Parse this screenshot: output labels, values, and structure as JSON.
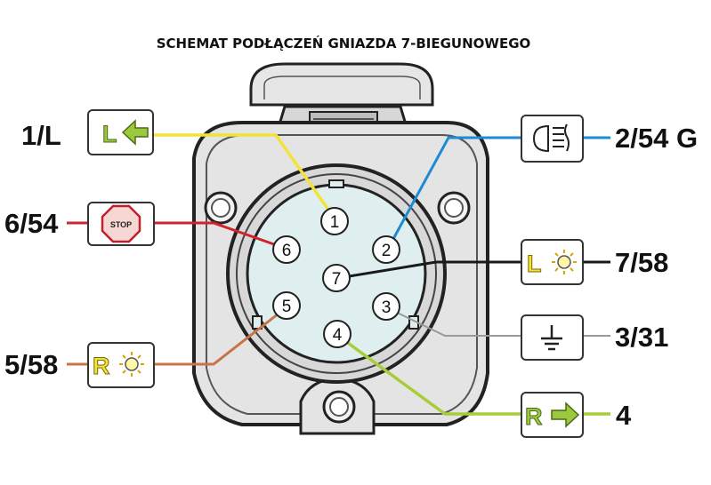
{
  "title": "SCHEMAT PODŁĄCZEŃ GNIAZDA 7-BIEGUNOWEGO",
  "colors": {
    "yellow": "#f2e23a",
    "blue": "#1d8bd1",
    "red": "#d2232a",
    "black": "#1a1a1a",
    "grey": "#9a9a9a",
    "brown": "#c8744a",
    "green": "#a9cc3a",
    "socket_face": "#dfeff0"
  },
  "pins": [
    "1",
    "2",
    "3",
    "4",
    "5",
    "6",
    "7"
  ],
  "labels": {
    "pin1": "1/L",
    "pin2": "2/54 G",
    "pin6": "6/54",
    "pin7": "7/58",
    "pin3": "3/31",
    "pin5": "5/58",
    "pin4": "4"
  },
  "icons": {
    "left_indicator": {
      "letter": "L",
      "icon": "left-arrow-icon"
    },
    "fog_light": {
      "icon": "fog-light-icon"
    },
    "stop": {
      "text": "STOP",
      "icon": "stop-sign-icon"
    },
    "left_position": {
      "letter": "L",
      "icon": "bulb-icon"
    },
    "ground": {
      "icon": "ground-icon"
    },
    "right_position": {
      "letter": "R",
      "icon": "bulb-icon"
    },
    "right_indicator": {
      "letter": "R",
      "icon": "right-arrow-icon"
    }
  }
}
